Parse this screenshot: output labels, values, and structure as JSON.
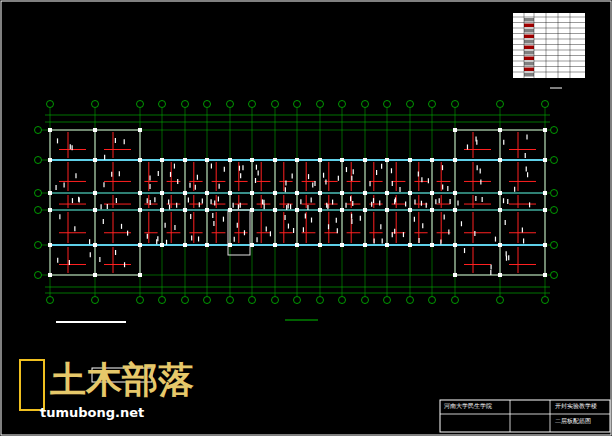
{
  "diagram": {
    "labels": [
      "河南大学民生学院",
      "开封实验教学楼",
      "二层板配筋图",
      "土木部落",
      "tumubong.net"
    ]
  }
}
